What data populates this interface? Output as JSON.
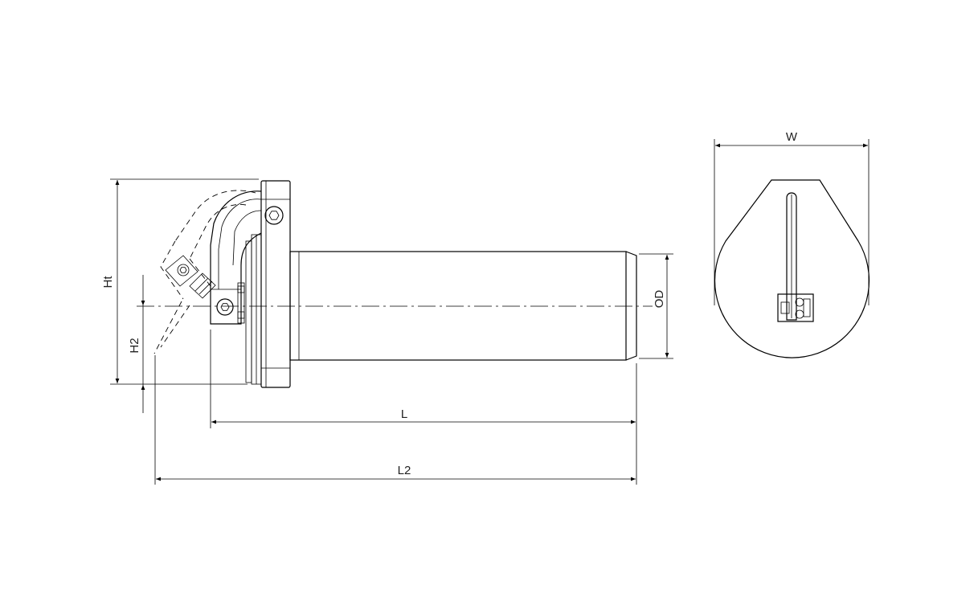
{
  "dimensions": {
    "ht": "Ht",
    "h2": "H2",
    "l": "L",
    "l2": "L2",
    "od": "OD",
    "w": "W"
  },
  "colors": {
    "line": "#000000",
    "background": "#ffffff"
  }
}
